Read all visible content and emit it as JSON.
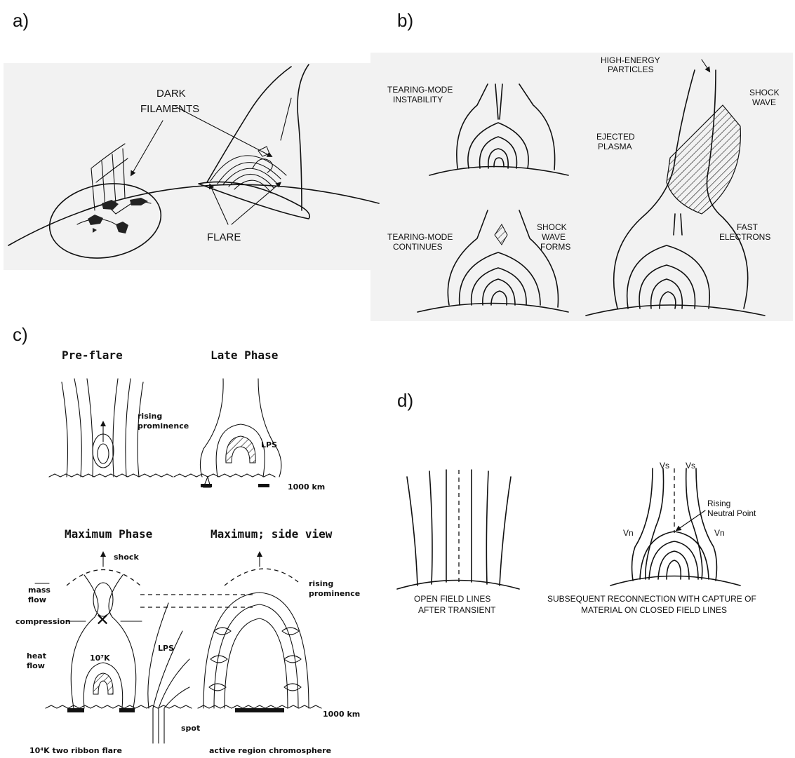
{
  "panels": {
    "a": {
      "letter": "a)",
      "labels": {
        "dark_filaments_1": "DARK",
        "dark_filaments_2": "FILAMENTS",
        "flare": "FLARE"
      }
    },
    "b": {
      "letter": "b)",
      "labels": {
        "tearing_instability_1": "TEARING-MODE",
        "tearing_instability_2": "INSTABILITY",
        "tearing_continues_1": "TEARING-MODE",
        "tearing_continues_2": "CONTINUES",
        "shock_forms_1": "SHOCK",
        "shock_forms_2": "WAVE",
        "shock_forms_3": "FORMS",
        "high_energy_1": "HIGH-ENERGY",
        "high_energy_2": "PARTICLES",
        "shock_wave_1": "SHOCK",
        "shock_wave_2": "WAVE",
        "ejected_1": "EJECTED",
        "ejected_2": "PLASMA",
        "fast_1": "FAST",
        "fast_2": "ELECTRONS"
      }
    },
    "c": {
      "letter": "c)",
      "headings": {
        "preflare": "Pre-flare",
        "late": "Late Phase",
        "maximum": "Maximum Phase",
        "side": "Maximum; side view"
      },
      "labels": {
        "rising_prom_1": "rising",
        "rising_prom_2": "prominence",
        "lps_late": "LPS",
        "km_late": "1000 km",
        "shock": "shock",
        "mass_flow_1": "mass",
        "mass_flow_2": "flow",
        "compression": "compression",
        "heat_flow_1": "heat",
        "heat_flow_2": "flow",
        "temp_hot": "10⁷K",
        "lps_max": "LPS",
        "spot": "spot",
        "ribbon": "10⁴K two ribbon flare",
        "chromosphere": "active region chromosphere",
        "rising_side_1": "rising",
        "rising_side_2": "prominence",
        "km_side": "1000 km"
      }
    },
    "d": {
      "letter": "d)",
      "labels": {
        "vs_left": "Vs",
        "vs_right": "Vs",
        "vn_left": "Vn",
        "vn_right": "Vn",
        "neutral_1": "Rising",
        "neutral_2": "Neutral Point",
        "caption_left_1": "OPEN FIELD LINES",
        "caption_left_2": "AFTER TRANSIENT",
        "caption_right_1": "SUBSEQUENT RECONNECTION WITH CAPTURE OF",
        "caption_right_2": "MATERIAL ON CLOSED FIELD LINES"
      }
    }
  }
}
